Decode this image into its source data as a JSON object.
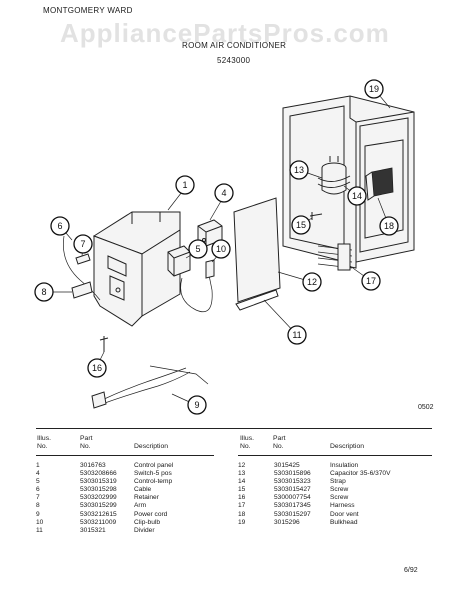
{
  "header": {
    "brand": "MONTGOMERY WARD",
    "subtitle": "ROOM AIR CONDITIONER",
    "model": "5243000"
  },
  "watermark": "AppliancePartsPros.com",
  "diagram": {
    "code": "0502",
    "callouts": [
      "1",
      "4",
      "5",
      "6",
      "7",
      "8",
      "9",
      "10",
      "11",
      "12",
      "13",
      "14",
      "15",
      "16",
      "17",
      "18",
      "19"
    ]
  },
  "table": {
    "left_headers": {
      "illus": "Illus.",
      "no": "No.",
      "part": "Part",
      "part_no": "No.",
      "description": "Description"
    },
    "right_headers": {
      "illus": "Illus.",
      "no": "No.",
      "part": "Part",
      "part_no": "No.",
      "description": "Description"
    },
    "left_rows": [
      {
        "illus": "1",
        "part": "3016763",
        "description": "Control panel"
      },
      {
        "illus": "4",
        "part": "5303208666",
        "description": "Switch-5 pos"
      },
      {
        "illus": "5",
        "part": "5303015319",
        "description": "Control-temp"
      },
      {
        "illus": "6",
        "part": "5303015298",
        "description": "Cable"
      },
      {
        "illus": "7",
        "part": "5303202999",
        "description": "Retainer"
      },
      {
        "illus": "8",
        "part": "5303015299",
        "description": "Arm"
      },
      {
        "illus": "9",
        "part": "5303212615",
        "description": "Power cord"
      },
      {
        "illus": "10",
        "part": "5303211009",
        "description": "Clip-bulb"
      },
      {
        "illus": "11",
        "part": "3015321",
        "description": "Divider"
      }
    ],
    "right_rows": [
      {
        "illus": "12",
        "part": "3015425",
        "description": "Insulation"
      },
      {
        "illus": "13",
        "part": "5303015896",
        "description": "Capacitor 35-6/370V"
      },
      {
        "illus": "14",
        "part": "5303015323",
        "description": "Strap"
      },
      {
        "illus": "15",
        "part": "5303015427",
        "description": "Screw"
      },
      {
        "illus": "16",
        "part": "5300007754",
        "description": "Screw"
      },
      {
        "illus": "17",
        "part": "5303017345",
        "description": "Harness"
      },
      {
        "illus": "18",
        "part": "5303015297",
        "description": "Door vent"
      },
      {
        "illus": "19",
        "part": "3015296",
        "description": "Bulkhead"
      }
    ]
  },
  "footer": {
    "date": "6/92"
  }
}
